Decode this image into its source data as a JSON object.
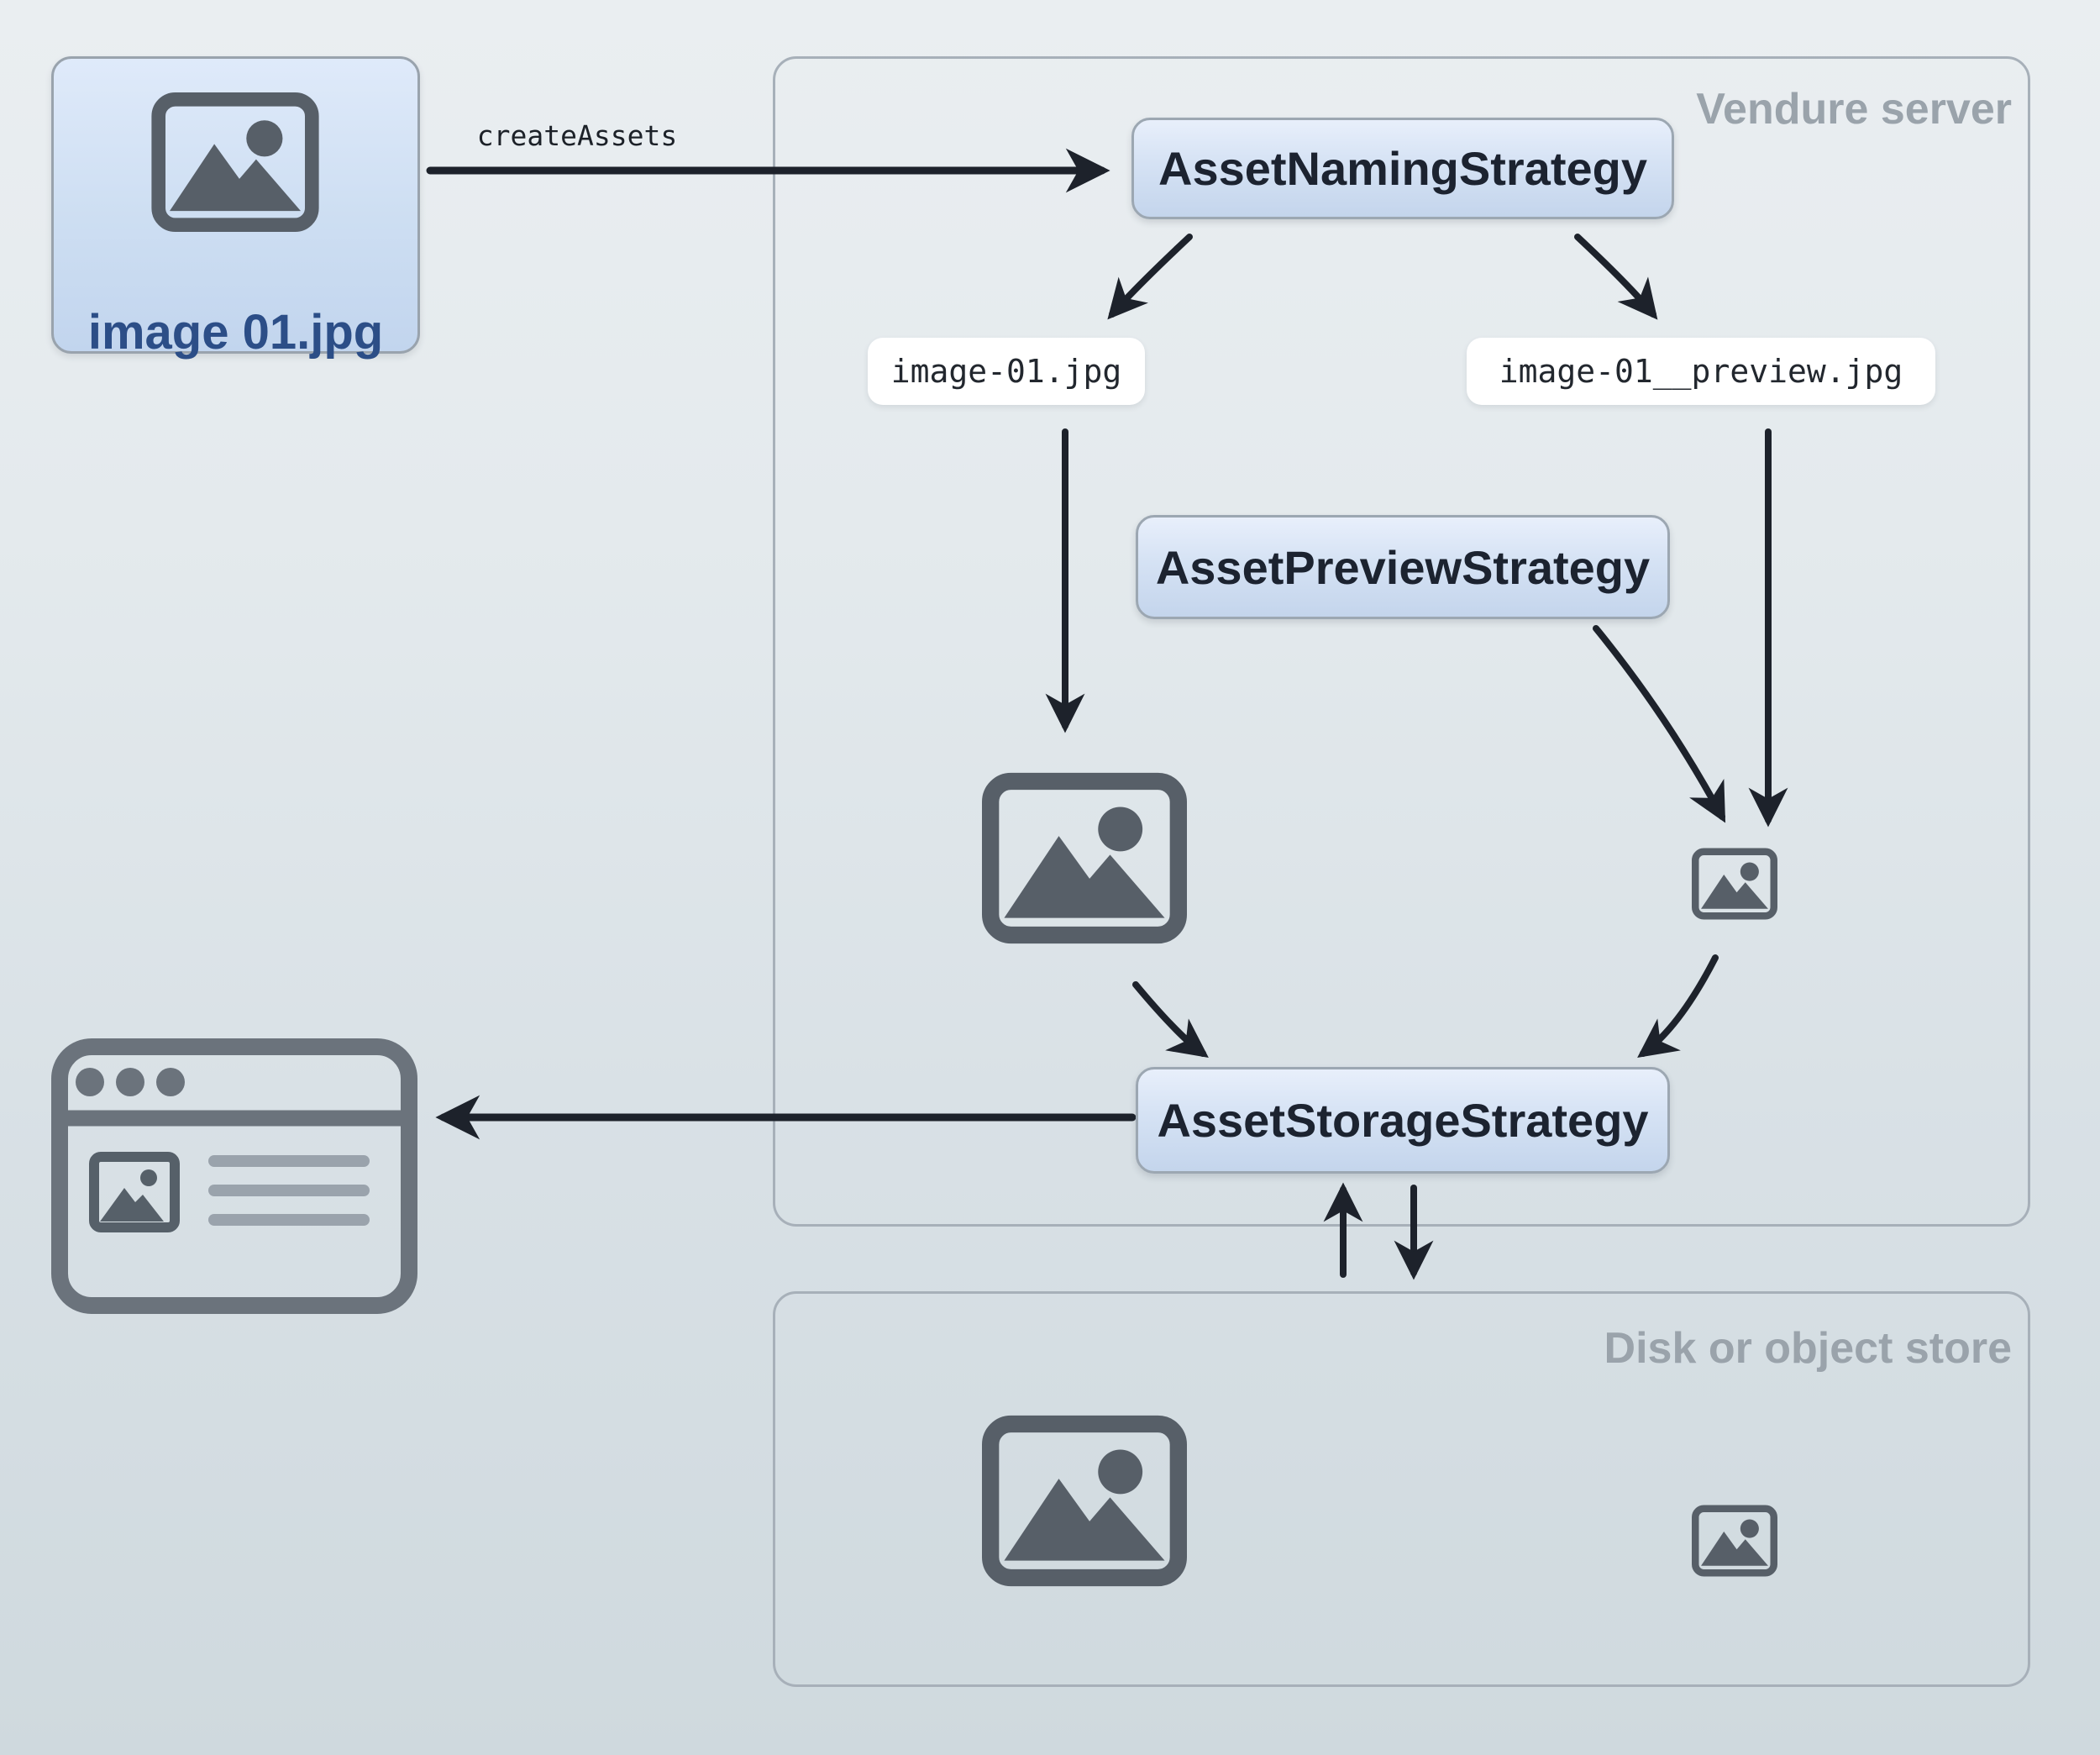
{
  "diagram": {
    "source_file": {
      "label": "image 01.jpg"
    },
    "create_assets_label": "createAssets",
    "vendure_server": {
      "title": "Vendure server",
      "naming_strategy": "AssetNamingStrategy",
      "filename_original": "image-01.jpg",
      "filename_preview": "image-01__preview.jpg",
      "preview_strategy": "AssetPreviewStrategy",
      "storage_strategy": "AssetStorageStrategy"
    },
    "disk_store": {
      "title": "Disk or object store"
    },
    "icons": {
      "image_icon": "picture-frame-with-mountain-and-sun",
      "browser_icon": "browser-window-with-image-thumbnail-and-text-lines"
    },
    "colors": {
      "background_top": "#eaeef1",
      "background_bottom": "#cfd9de",
      "arrow": "#1d222b",
      "box_border": "#9ca7b2",
      "box_fill_top": "#e8effb",
      "box_fill_bottom": "#c4d5ec",
      "box_text": "#1c2330",
      "container_border": "#a7b0b9",
      "container_title": "#9aa3ab",
      "file_label": "#2c4e87",
      "pill_background": "#ffffff",
      "pill_text": "#22272e",
      "icon_gray": "#575f68",
      "browser_gray": "#6b737c",
      "browser_line_gray": "#9aa3ac"
    }
  }
}
